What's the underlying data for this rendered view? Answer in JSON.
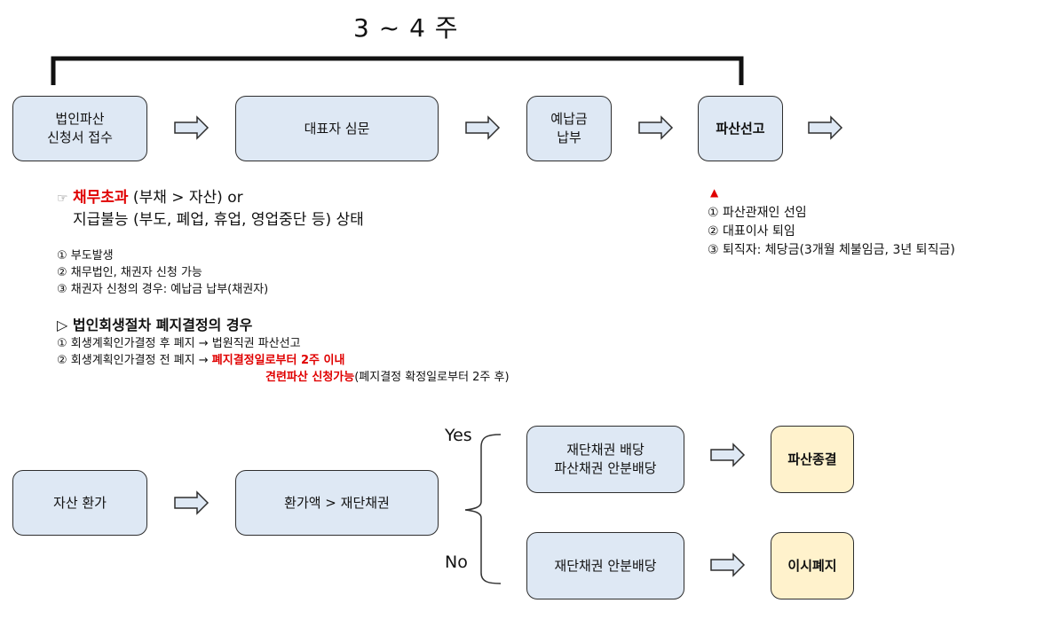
{
  "timeline": {
    "label": "3 ~ 4 주"
  },
  "flow_top": [
    {
      "text": "법인파산\n신청서 접수",
      "bold": false
    },
    {
      "text": "대표자 심문",
      "bold": false
    },
    {
      "text": "예납금\n납부",
      "bold": false
    },
    {
      "text": "파산선고",
      "bold": true
    }
  ],
  "notes_left": {
    "pointer": "☞",
    "cond_red": "채무초과",
    "cond_rest": " (부채  >  자산) or",
    "cond_line2": "지급불능 (부도, 폐업, 휴업, 영업중단 등) 상태",
    "items": [
      "① 부도발생",
      "② 채무법인, 채권자 신청 가능",
      "③ 채권자 신청의 경우: 예납금 납부(채권자)"
    ],
    "rehab_heading": "▷ 법인회생절차 폐지결정의 경우",
    "rehab_1": "① 회생계획인가결정 후 폐지 → 법원직권 파산선고",
    "rehab_2_pre": "② 회생계획인가결정 전 폐지 → ",
    "rehab_2_red": "폐지결정일로부터 2주 이내",
    "rehab_3_red": "견련파산 신청가능",
    "rehab_3_rest": "(폐지결정 확정일로부터 2주 후)"
  },
  "notes_right": {
    "marker": "▲",
    "marker_color": "#e00000",
    "items": [
      "① 파산관재인 선임",
      "② 대표이사 퇴임",
      "③ 퇴직자: 체당금(3개월 체불임금, 3년 퇴직금)"
    ]
  },
  "flow_bottom": {
    "asset": "자산 환가",
    "compare": "환가액  >  재단채권",
    "yes_label": "Yes",
    "no_label": "No",
    "yes_box": "재단채권 배당\n파산채권 안분배당",
    "no_box": "재단채권 안분배당",
    "yes_result": "파산종결",
    "no_result": "이시폐지"
  },
  "colors": {
    "box_fill": "#dee8f4",
    "result_fill": "#fff2cc",
    "border": "#2e2e2e",
    "accent_red": "#e00000"
  }
}
